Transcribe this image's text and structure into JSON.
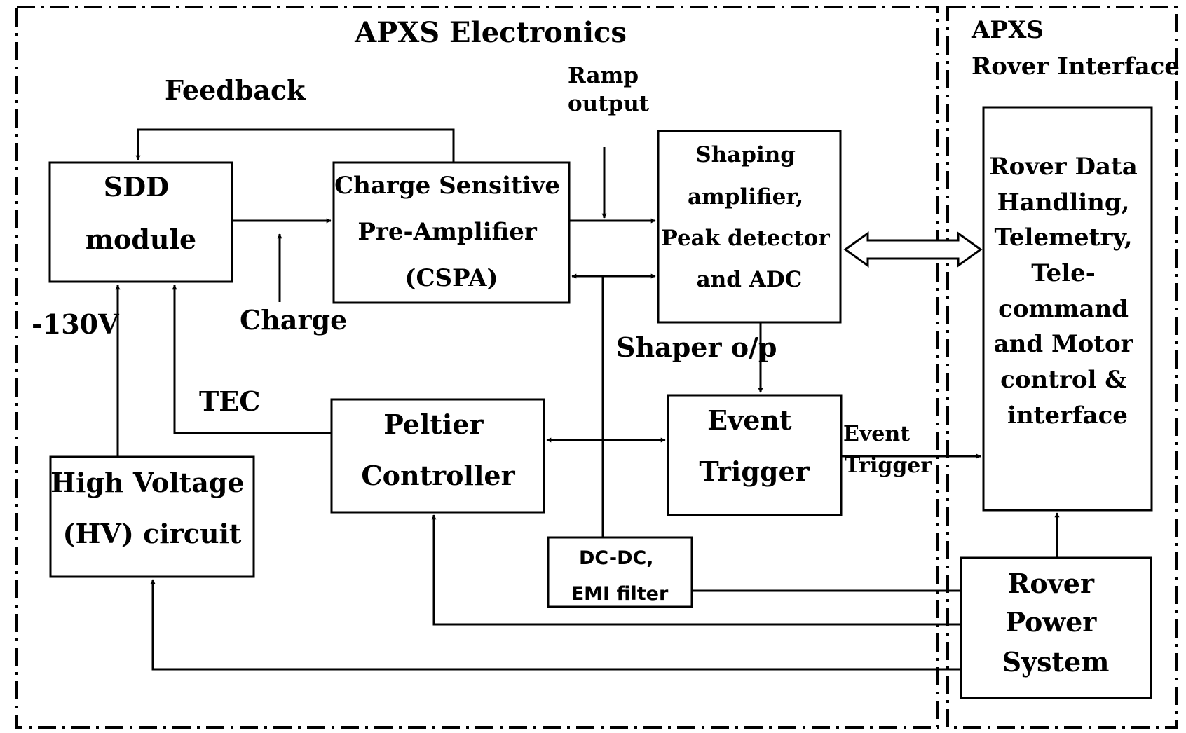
{
  "regions": {
    "electronics_title": "APXS Electronics",
    "interface_title": [
      "APXS",
      "Rover Interface"
    ]
  },
  "blocks": {
    "sdd": [
      "SDD",
      "module"
    ],
    "cspa": [
      "Charge Sensitive",
      "Pre-Amplifier",
      "(CSPA)"
    ],
    "shaping": [
      "Shaping",
      "amplifier,",
      "Peak detector",
      "and ADC"
    ],
    "peltier": [
      "Peltier",
      "Controller"
    ],
    "event": [
      "Event",
      "Trigger"
    ],
    "hv": [
      "High Voltage",
      "(HV) circuit"
    ],
    "dcdc": [
      "DC-DC,",
      "EMI filter"
    ],
    "rover_data": [
      "Rover Data",
      "Handling,",
      "Telemetry,",
      "Tele-",
      "command",
      "and Motor",
      "control &",
      "interface"
    ],
    "rover_power": [
      "Rover",
      "Power",
      "System"
    ]
  },
  "signals": {
    "feedback": "Feedback",
    "ramp": [
      "Ramp",
      "output"
    ],
    "charge": "Charge",
    "minus130v": "-130V",
    "tec": "TEC",
    "shaper_op": "Shaper o/p",
    "event_trigger": [
      "Event",
      "Trigger"
    ]
  }
}
